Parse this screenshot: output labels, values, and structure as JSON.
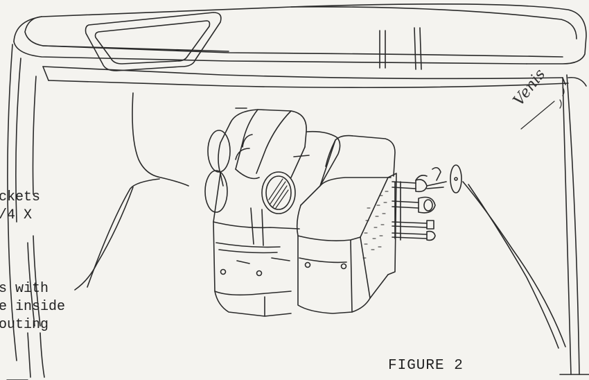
{
  "callouts": {
    "brackets": [
      "ckets",
      "/4 X"
    ],
    "routing": [
      "s with",
      "e inside",
      "outing"
    ]
  },
  "figure": {
    "caption": "FIGURE 2"
  },
  "signature": "Venis",
  "colors": {
    "paper": "#f4f3ef",
    "ink": "#2a2a2a"
  }
}
